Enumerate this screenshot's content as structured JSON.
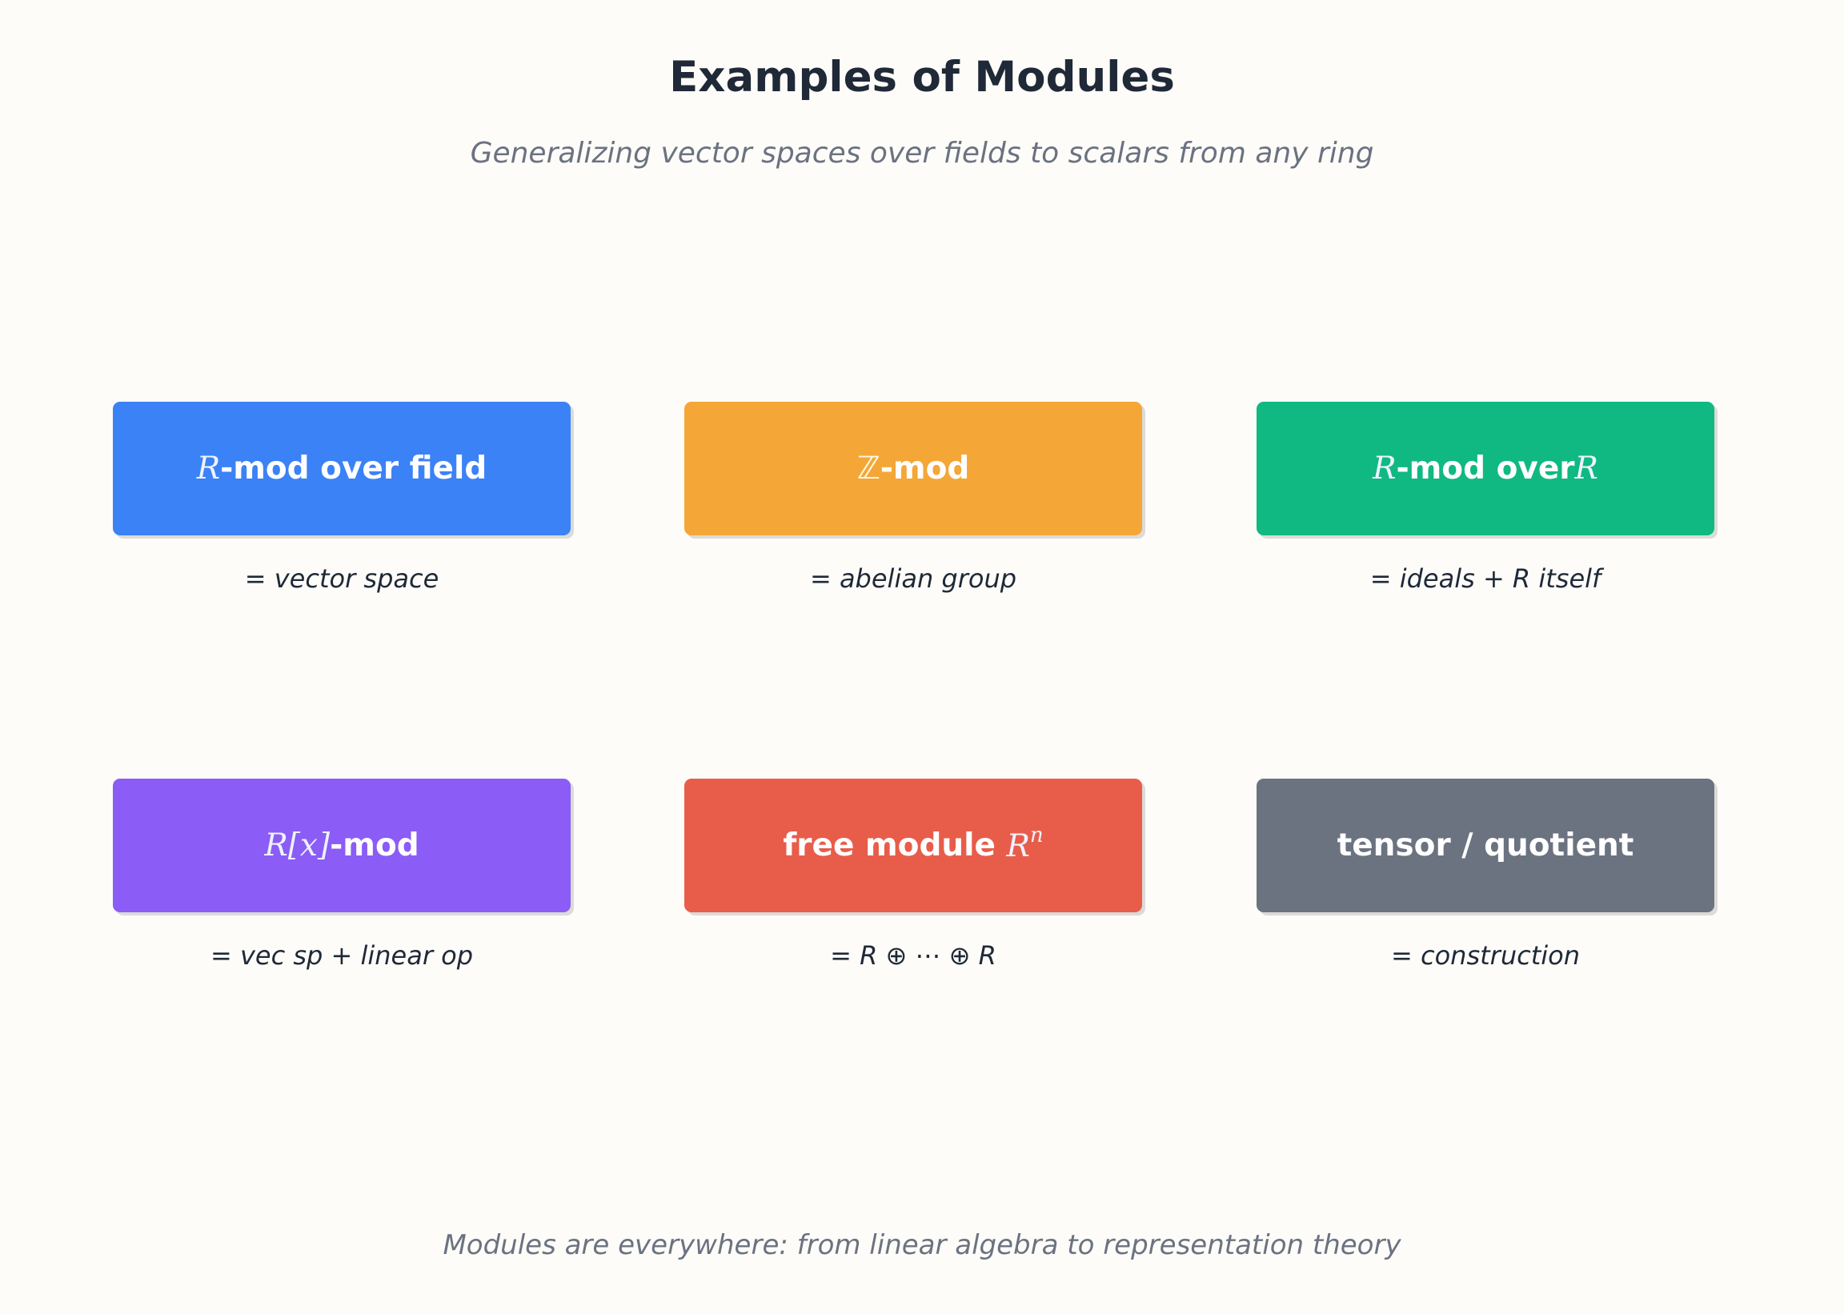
{
  "title": "Examples of Modules",
  "subtitle": "Generalizing vector spaces over fields to scalars from any ring",
  "cards": [
    {
      "math": "R",
      "label": "-mod over field",
      "caption": "= vector space",
      "color": "#3b82f6"
    },
    {
      "math": "ℤ",
      "label": "-mod",
      "caption": "= abelian group",
      "color": "#f4a736"
    },
    {
      "math_prefix": "R",
      "label": "-mod over ",
      "math_suffix": "R",
      "caption": "= ideals + R itself",
      "color": "#10b981"
    },
    {
      "math": "R[x]",
      "label": "-mod",
      "caption": "= vec sp + linear op",
      "color": "#8b5cf6"
    },
    {
      "label": "free module ",
      "math_suffix": "R",
      "sup": "n",
      "caption": "= R ⊕ ⋯ ⊕ R",
      "color": "#e85d4a"
    },
    {
      "label": "tensor / quotient",
      "caption": "= construction",
      "color": "#6b7280"
    }
  ],
  "footer": "Modules are everywhere: from linear algebra to representation theory"
}
